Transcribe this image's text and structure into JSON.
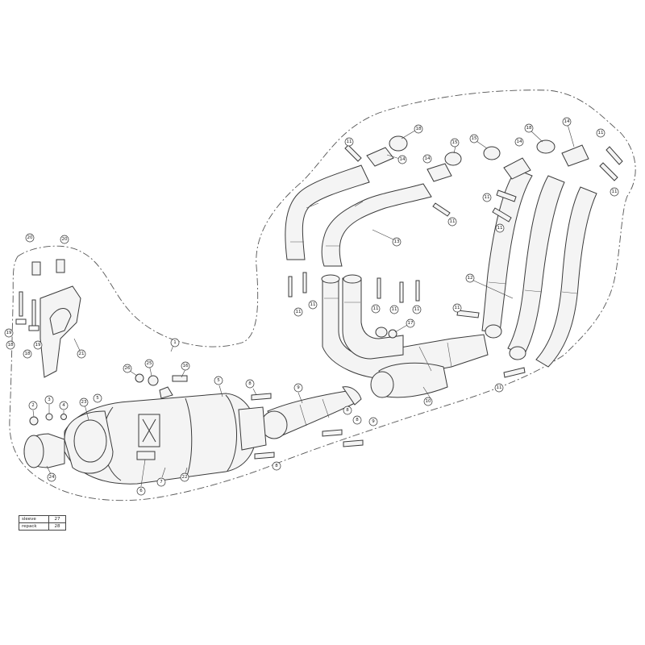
{
  "diagram": {
    "parts": [
      {
        "ref": "1"
      },
      {
        "ref": "2"
      },
      {
        "ref": "3"
      },
      {
        "ref": "4"
      },
      {
        "ref": "5"
      },
      {
        "ref": "6"
      },
      {
        "ref": "7"
      },
      {
        "ref": "8"
      },
      {
        "ref": "9"
      },
      {
        "ref": "10"
      },
      {
        "ref": "11"
      },
      {
        "ref": "12"
      },
      {
        "ref": "13"
      },
      {
        "ref": "14"
      },
      {
        "ref": "15"
      },
      {
        "ref": "16"
      },
      {
        "ref": "17"
      },
      {
        "ref": "18"
      },
      {
        "ref": "19"
      },
      {
        "ref": "20"
      },
      {
        "ref": "21"
      },
      {
        "ref": "22"
      },
      {
        "ref": "23"
      },
      {
        "ref": "24"
      },
      {
        "ref": "25"
      },
      {
        "ref": "26"
      }
    ]
  },
  "legend": {
    "rows": [
      {
        "label": "sleeve",
        "ref": "27"
      },
      {
        "label": "repack",
        "ref": "28"
      }
    ]
  }
}
